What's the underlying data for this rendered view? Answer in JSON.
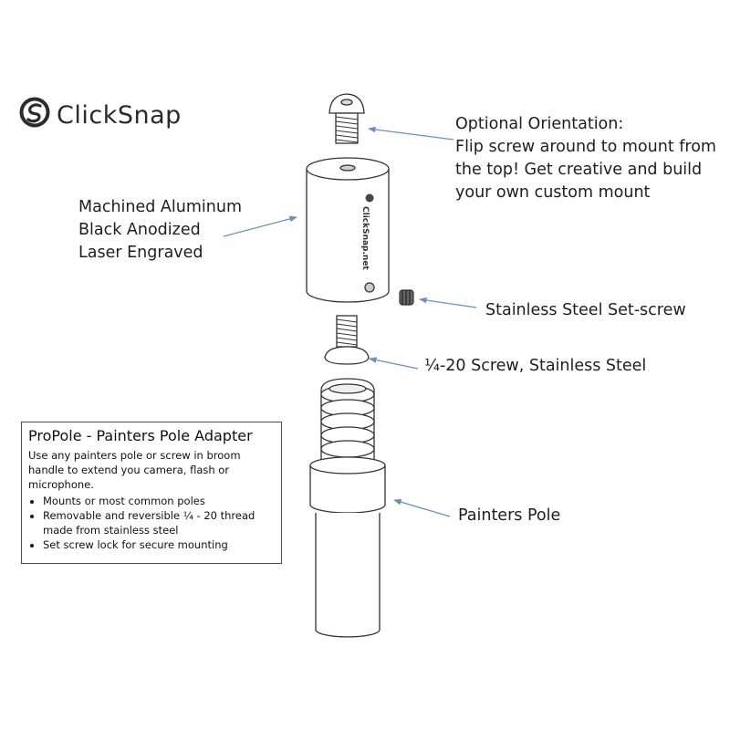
{
  "brand": {
    "name": "ClickSnap",
    "engraving": "ClickSnap.net"
  },
  "labels": {
    "orientation": [
      "Optional Orientation:",
      "Flip screw around to mount from",
      "the top! Get creative and build",
      "your own custom mount"
    ],
    "aluminum": [
      "Machined Aluminum",
      "Black Anodized",
      "Laser Engraved"
    ],
    "setscrew": "Stainless Steel Set-screw",
    "screw": "¼-20 Screw, Stainless Steel",
    "pole": "Painters Pole"
  },
  "info": {
    "title": "ProPole - Painters Pole Adapter",
    "description": "Use any painters pole or screw in broom handle to extend you camera, flash or microphone.",
    "bullets": [
      "Mounts or most common poles",
      "Removable and reversible ¼ - 20 thread made from stainless steel",
      "Set screw lock for secure mounting"
    ]
  },
  "colors": {
    "arrow": "#6b8fb5",
    "outline": "#333333",
    "text": "#1e1e1e"
  }
}
